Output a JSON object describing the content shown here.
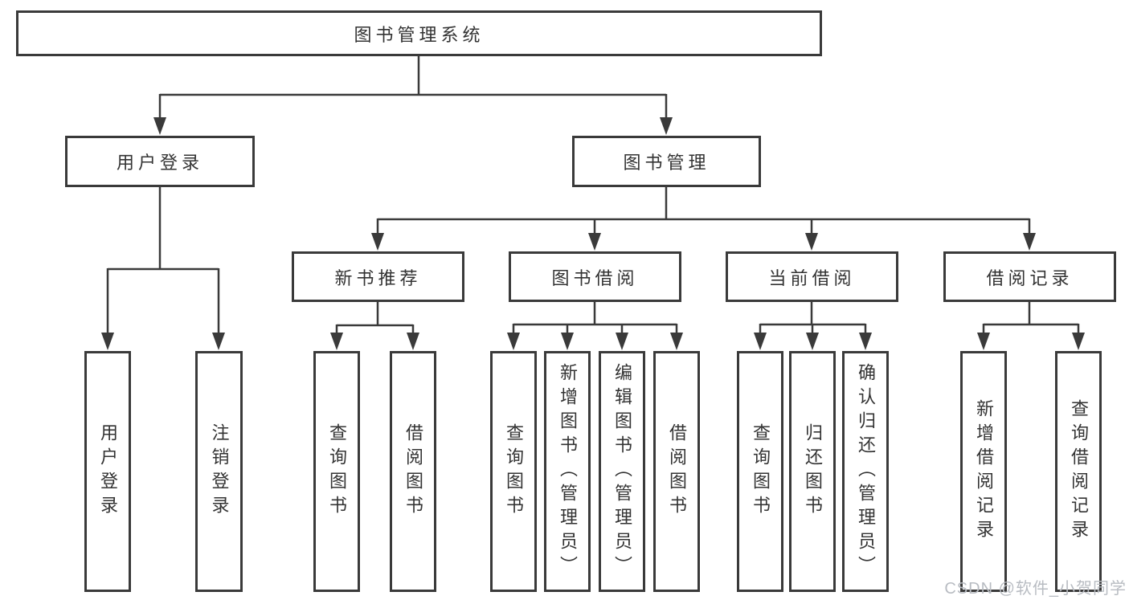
{
  "colors": {
    "line": "#3a3a3a",
    "border": "#3a3a3a",
    "text": "#333333",
    "background": "#ffffff",
    "watermark": "#b8bcc2"
  },
  "watermark": {
    "text": "CSDN @软件_小贺同学"
  },
  "tree": {
    "root": {
      "id": "root",
      "label": "图书管理系统"
    },
    "level2": [
      {
        "id": "user-login",
        "label": "用户登录",
        "parent": "root"
      },
      {
        "id": "book-management",
        "label": "图书管理",
        "parent": "root"
      }
    ],
    "level3": [
      {
        "id": "new-book-recommend",
        "label": "新书推荐",
        "parent": "book-management"
      },
      {
        "id": "book-borrow",
        "label": "图书借阅",
        "parent": "book-management"
      },
      {
        "id": "current-borrow",
        "label": "当前借阅",
        "parent": "book-management"
      },
      {
        "id": "borrow-records",
        "label": "借阅记录",
        "parent": "book-management"
      }
    ],
    "level4": [
      {
        "id": "user-login-action",
        "label": "用户登录",
        "parent": "user-login"
      },
      {
        "id": "logout",
        "label": "注销登录",
        "parent": "user-login"
      },
      {
        "id": "query-books-1",
        "label": "查询图书",
        "parent": "new-book-recommend"
      },
      {
        "id": "borrow-books-1",
        "label": "借阅图书",
        "parent": "new-book-recommend"
      },
      {
        "id": "query-books-2",
        "label": "查询图书",
        "parent": "book-borrow"
      },
      {
        "id": "add-books-admin",
        "label": "新增图书（管理员）",
        "parent": "book-borrow"
      },
      {
        "id": "edit-books-admin",
        "label": "编辑图书（管理员）",
        "parent": "book-borrow"
      },
      {
        "id": "borrow-books-2",
        "label": "借阅图书",
        "parent": "book-borrow"
      },
      {
        "id": "query-books-3",
        "label": "查询图书",
        "parent": "current-borrow"
      },
      {
        "id": "return-books",
        "label": "归还图书",
        "parent": "current-borrow"
      },
      {
        "id": "confirm-return-admin",
        "label": "确认归还（管理员）",
        "parent": "current-borrow"
      },
      {
        "id": "add-borrow-record",
        "label": "新增借阅记录",
        "parent": "borrow-records"
      },
      {
        "id": "query-borrow-record",
        "label": "查询借阅记录",
        "parent": "borrow-records"
      }
    ]
  }
}
